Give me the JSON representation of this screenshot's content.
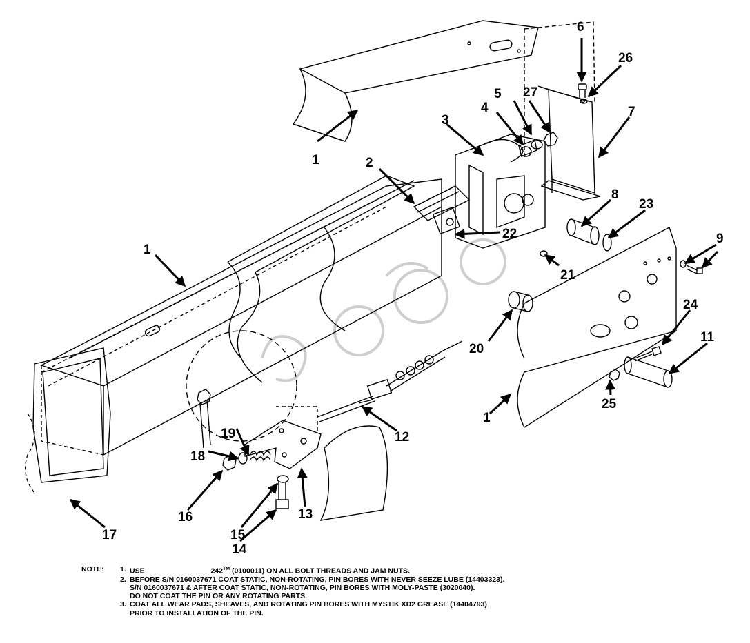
{
  "callouts": [
    "1",
    "2",
    "3",
    "4",
    "5",
    "6",
    "7",
    "8",
    "9",
    "11",
    "12",
    "13",
    "14",
    "15",
    "16",
    "17",
    "18",
    "19",
    "20",
    "21",
    "22",
    "23",
    "24",
    "25",
    "26",
    "27"
  ],
  "notes": {
    "heading": "NOTE:",
    "n1_num": "1.",
    "n1_a": "USE",
    "n1_b": "242",
    "n1_tm": "TM",
    "n1_c": "(0100011) ON ALL BOLT THREADS AND JAM NUTS.",
    "n2_num": "2.",
    "n2_l1": "BEFORE S/N 0160037671 COAT STATIC, NON-ROTATING, PIN BORES WITH NEVER SEEZE LUBE (14403323).",
    "n2_l2": "S/N 0160037671 & AFTER COAT STATIC, NON-ROTATING, PIN BORES WITH MOLY-PASTE (3020040).",
    "n2_l3": "DO NOT COAT THE PIN OR ANY ROTATING PARTS.",
    "n3_num": "3.",
    "n3_l1": "COAT ALL WEAR PADS, SHEAVES, AND ROTATING PIN BORES WITH MYSTIK XD2 GREASE (14404793)",
    "n3_l2": "PRIOR TO INSTALLATION OF THE PIN."
  }
}
